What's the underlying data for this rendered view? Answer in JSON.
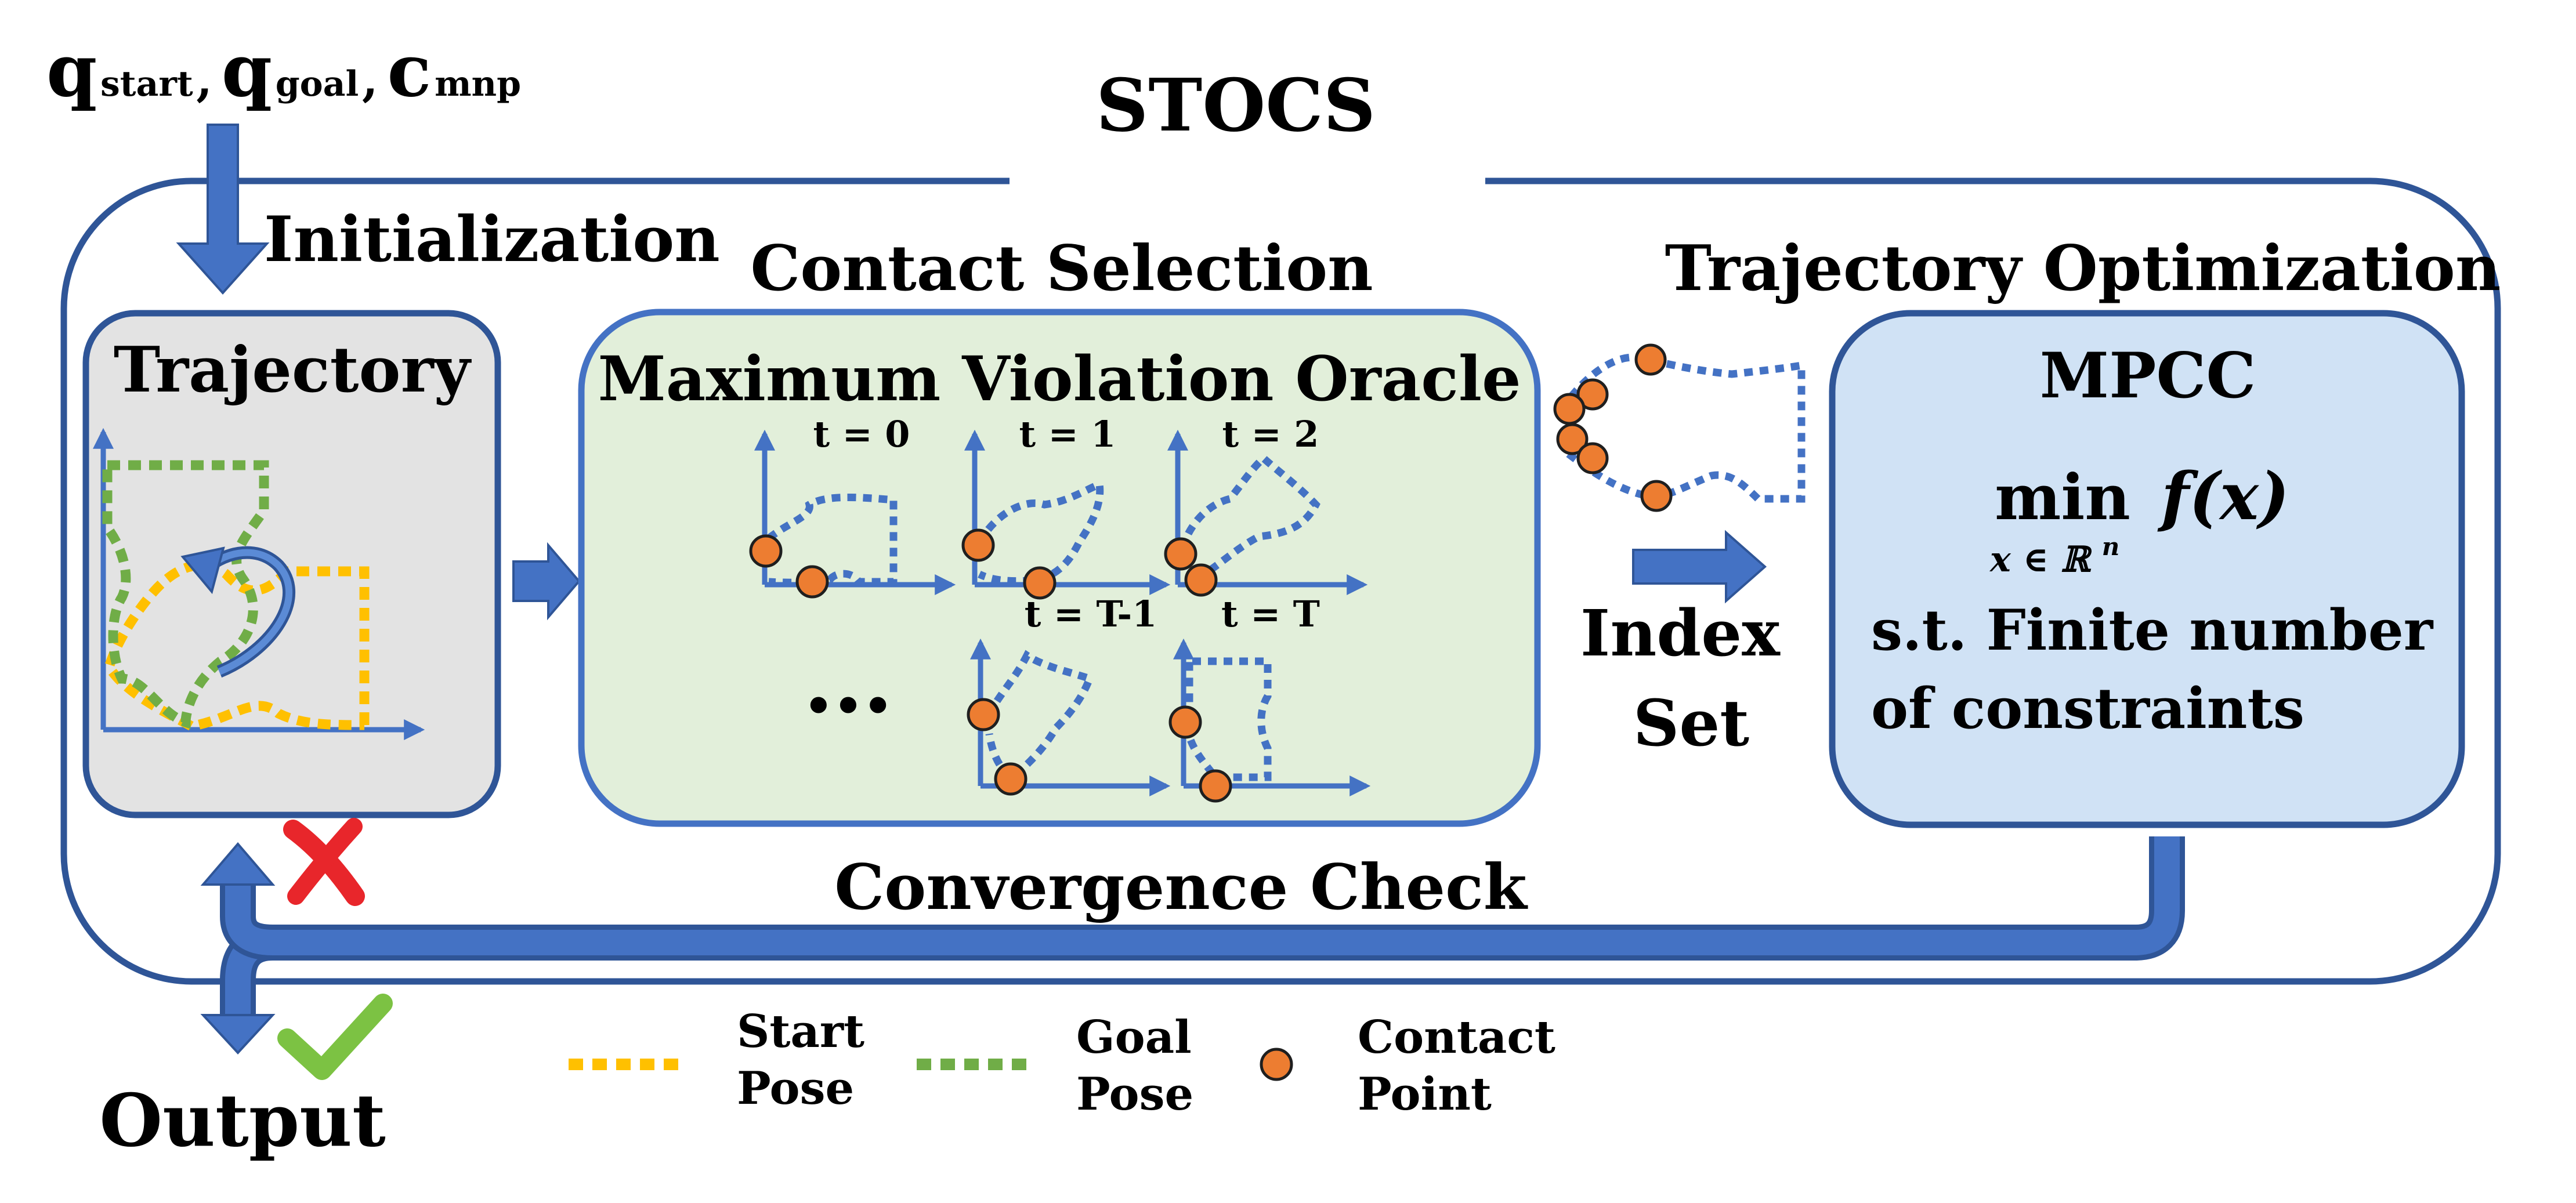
{
  "title": "STOCS",
  "inputs": {
    "q_start_base": "q",
    "q_start_sub": "start",
    "sep1": ",",
    "q_goal_base": "q",
    "q_goal_sub": "goal",
    "sep2": ",",
    "c_base": "c",
    "c_sub": "mnp"
  },
  "stages": {
    "initialization": "Initialization",
    "contact_selection": "Contact Selection",
    "trajectory_optimization": "Trajectory Optimization",
    "convergence_check": "Convergence Check",
    "output": "Output"
  },
  "trajectory_box": {
    "title": "Trajectory"
  },
  "oracle_box": {
    "title": "Maximum Violation Oracle",
    "time_labels": [
      "t = 0",
      "t = 1",
      "t = 2",
      "t = T-1",
      "t = T"
    ],
    "ellipsis": "•••"
  },
  "index_set": {
    "line1": "Index",
    "line2": "Set"
  },
  "mpcc_box": {
    "title": "MPCC",
    "min": "min",
    "objective": "f(x)",
    "domain": "x ∈ ℝ",
    "domain_sup": "n",
    "constraint_line1": "s.t. Finite number",
    "constraint_line2": "of constraints"
  },
  "legend": [
    {
      "label_line1": "Start",
      "label_line2": "Pose",
      "color": "#FFC000"
    },
    {
      "label_line1": "Goal",
      "label_line2": "Pose",
      "color": "#70AD47"
    },
    {
      "label_line1": "Contact",
      "label_line2": "Point",
      "color": "#ED7D31"
    }
  ],
  "colors": {
    "arrow_blue": "#4472C4",
    "frame_blue": "#2F5597",
    "trajectory_fill": "#E3E3E3",
    "oracle_fill": "#E2EFDA",
    "mpcc_fill": "#D0E2F5",
    "reject_red": "#E8262B",
    "accept_green": "#7CC243"
  },
  "icons": {
    "reject": "red-cross-icon",
    "accept": "green-check-icon"
  }
}
